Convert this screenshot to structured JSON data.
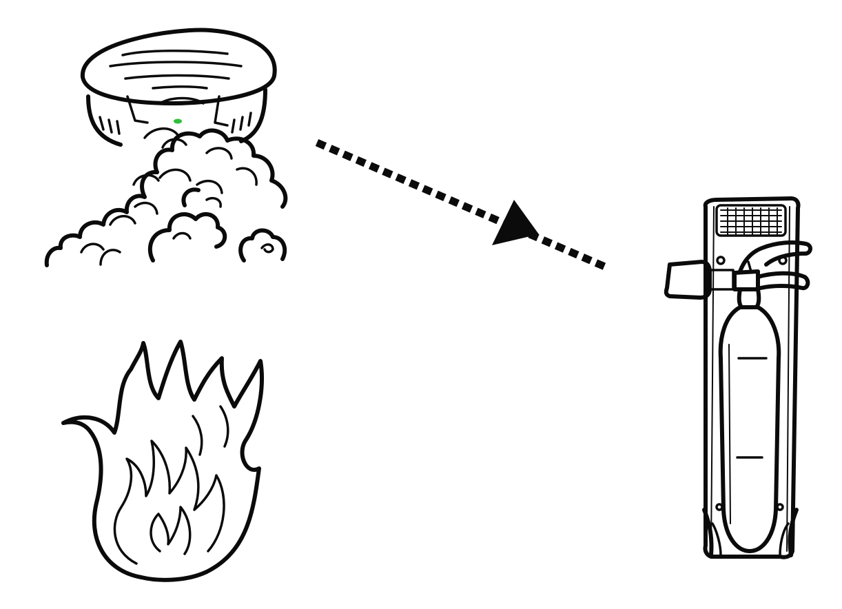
{
  "diagram": {
    "nodes": [
      {
        "id": "smoke-detector",
        "icon": "smoke-detector-icon"
      },
      {
        "id": "fire",
        "icon": "fire-icon"
      },
      {
        "id": "fire-extinguisher",
        "icon": "fire-extinguisher-icon"
      }
    ],
    "edges": [
      {
        "from": "smoke-detector",
        "to": "fire-extinguisher",
        "style": "dotted",
        "arrowhead": "filled-triangle"
      }
    ],
    "colors": {
      "ink": "#0b0b0b",
      "background": "#ffffff",
      "detector_led": "#2fbf3a"
    }
  }
}
